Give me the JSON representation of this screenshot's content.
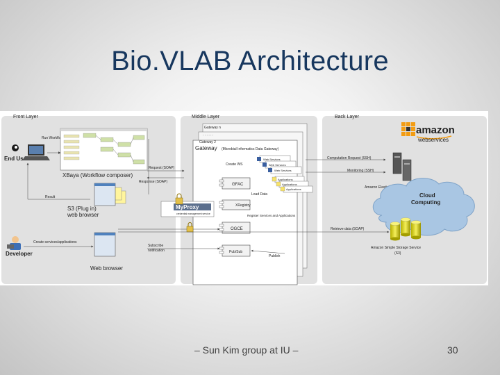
{
  "slide": {
    "title": "Bio.VLAB Architecture",
    "footer": "– Sun Kim group at IU –",
    "page_number": "30"
  },
  "diagram": {
    "front_layer": {
      "heading": "Front Layer",
      "run_workflows": "Run Workflows",
      "end_user": "End User",
      "xbaya": "XBaya (Workflow composer)",
      "result": "Result",
      "s3_plugin_line1": "S3 (Plug in)",
      "s3_plugin_line2": "web browser",
      "create_services": "Create services/applications",
      "developer": "Developer",
      "web_browser": "Web browser"
    },
    "middle_layer": {
      "heading": "Middle Layer",
      "gateway_n": "Gateway n",
      "dots": ". . . . . .",
      "gateway_2": "Gateway 2",
      "gateway": "Gateway",
      "gateway_subtitle": "(Microbial Informatics Data Gateway)",
      "request": "Request (SOAP)",
      "response": "Response (SOAP)",
      "create_ws": "Create WS",
      "web_services": [
        "Web Services",
        "Web Services",
        "Web Services"
      ],
      "gfac": "GFAC",
      "applications": [
        "Applications",
        "Applications",
        "Applications"
      ],
      "load_data": "Load Data",
      "xregistry": "XRegistry",
      "register": "Register Services and Applications",
      "myproxy": "MyProxy",
      "myproxy_sub": "credential management service",
      "ogce": "OGCE",
      "subscribe": "Subscribe",
      "notification": "notification",
      "pubsub": "Pub/Sub",
      "publish": "Publish"
    },
    "back_layer": {
      "heading": "Back Layer",
      "amazon": "amazon",
      "webservices": "webservices",
      "computation_request": "Computation Request (SSH)",
      "mediation": "Monitoring (SSH)",
      "ec2": "Amazon Elastic Compute Cloud (EC2)",
      "cloud_line1": "Cloud",
      "cloud_line2": "Computing",
      "retrieve_data": "Retrieve data (SOAP)",
      "s3_line1": "Amazon Simple Storage Service",
      "s3_line2": "(S3)"
    }
  },
  "colors": {
    "title": "#17375e",
    "panel": "#e1e1e1",
    "cloud": "#a9c6e3",
    "amazon_orange": "#f39c12"
  }
}
